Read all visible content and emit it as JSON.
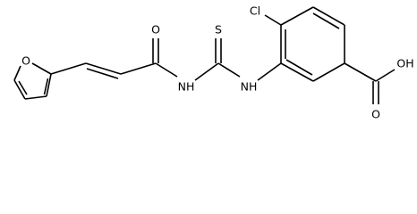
{
  "atom_labels": {
    "furan_oxygen": "O",
    "amide_oxygen": "O",
    "amide_nh": "NH",
    "thione_sulfur": "S",
    "thiourea_nh": "NH",
    "chlorine": "Cl",
    "acid_hydroxyl": "OH",
    "acid_oxygen": "O"
  }
}
